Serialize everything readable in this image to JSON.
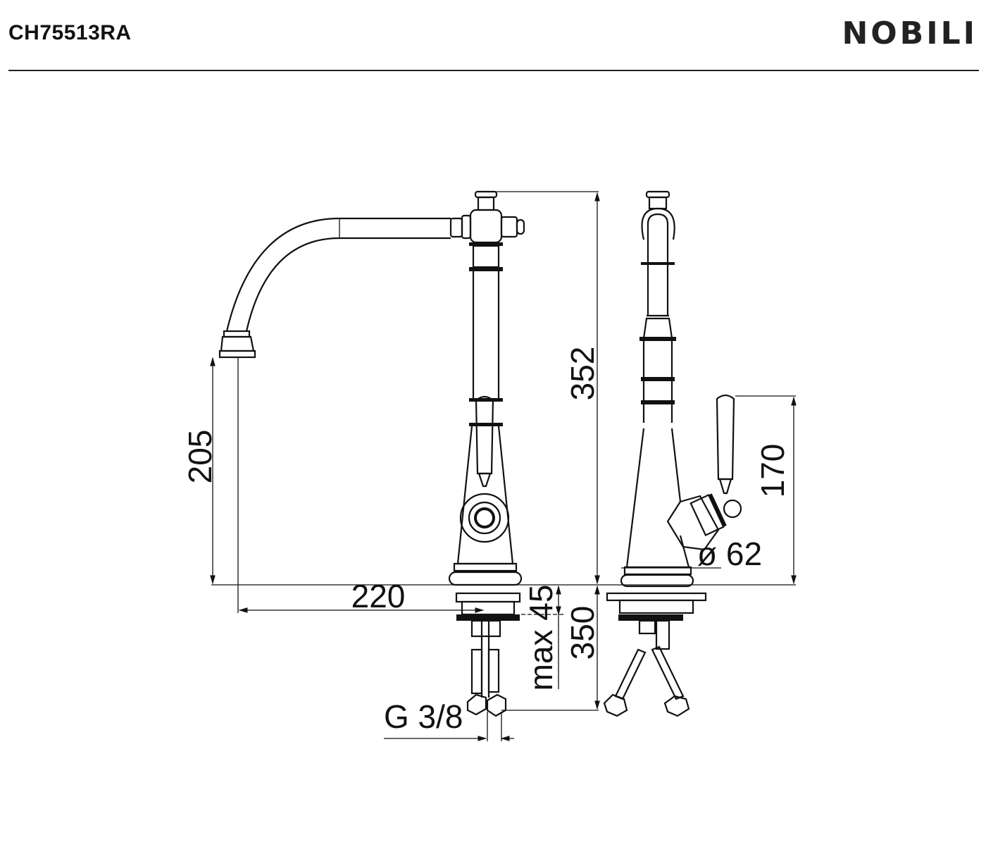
{
  "header": {
    "product_code": "CH75513RA",
    "brand": "NOBILI"
  },
  "dimensions": {
    "total_height": "352",
    "spout_height": "205",
    "spout_reach": "220",
    "lever_height": "170",
    "base_diameter": "ø 62",
    "max_deck_thickness": "max 45",
    "hose_length": "350",
    "connection": "G 3/8"
  }
}
